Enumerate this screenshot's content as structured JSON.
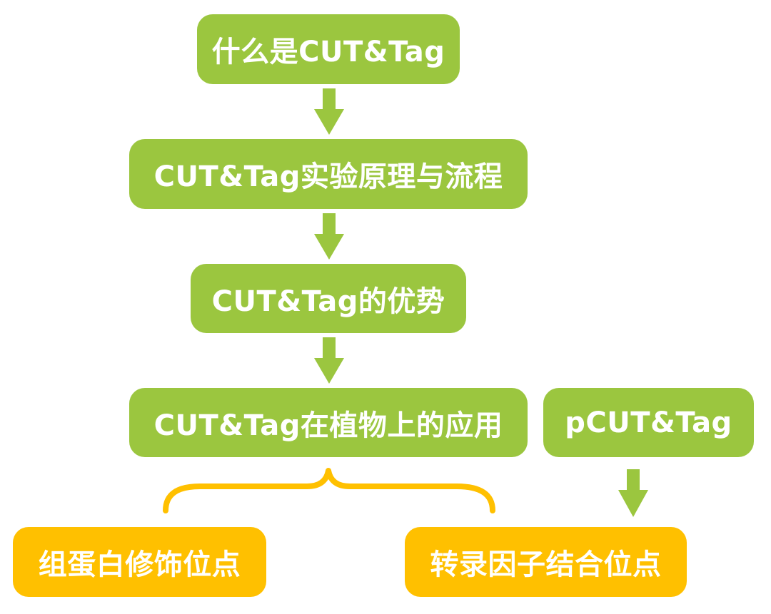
{
  "nodes": {
    "what_is": "什么是CUT&Tag",
    "principle": "CUT&Tag实验原理与流程",
    "advantages": "CUT&Tag的优势",
    "plant_application": "CUT&Tag在植物上的应用",
    "pcut": "pCUT&Tag",
    "histone": "组蛋白修饰位点",
    "tf": "转录因子结合位点"
  },
  "colors": {
    "green": "#9BC63F",
    "yellow": "#FFC000",
    "text": "#FFFFFF"
  }
}
